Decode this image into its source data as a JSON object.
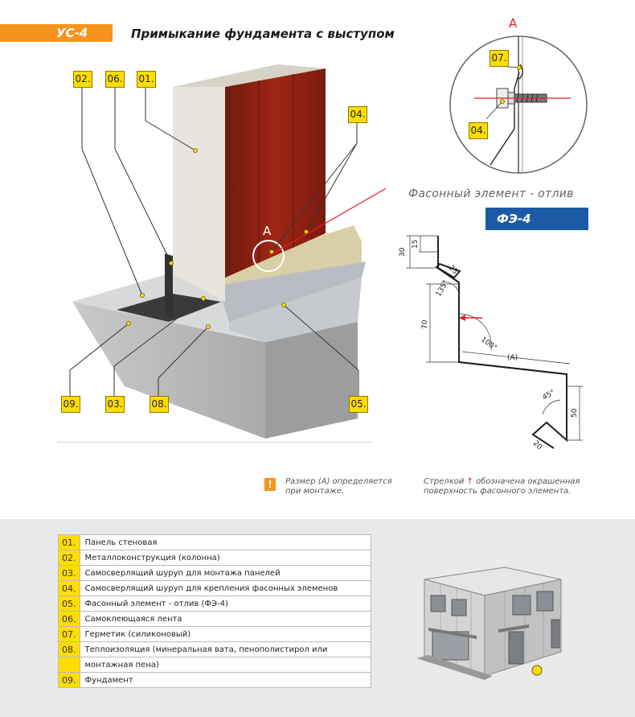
{
  "header": {
    "code": "УС-4",
    "title": "Примыкание фундамента с выступом"
  },
  "callouts": {
    "c01": "01.",
    "c02": "02.",
    "c03": "03.",
    "c04": "04.",
    "c05": "05.",
    "c06": "06.",
    "c07": "07.",
    "c08": "08.",
    "c09": "09."
  },
  "detail": {
    "label_a": "А",
    "label_a_main": "А"
  },
  "profile": {
    "title": "Фасонный элемент - отлив",
    "code": "ФЭ-4",
    "dims": {
      "d30": "30",
      "d15": "15",
      "d25": "25",
      "a135": "135°",
      "d70": "70",
      "a100": "100°",
      "da": "(А)",
      "a45": "45°",
      "d50": "50",
      "d20": "20"
    }
  },
  "notes": {
    "size_note_1": "Размер (А) определяется",
    "size_note_2": "при монтаже.",
    "arrow_note_1": "Стрелкой",
    "arrow_note_1b": "обозначена окрашенная",
    "arrow_note_2": "поверхность фасонного элемента.",
    "excl": "!"
  },
  "legend": [
    {
      "num": "01.",
      "text": "Панель стеновая"
    },
    {
      "num": "02.",
      "text": "Металлоконструкция (колонна)"
    },
    {
      "num": "03.",
      "text": "Самосверлящий шуруп для монтажа панелей"
    },
    {
      "num": "04.",
      "text": "Самосверлящий шуруп для крепления фасонных элеменов"
    },
    {
      "num": "05.",
      "text": "Фасонный элемент - отлив (ФЭ-4)"
    },
    {
      "num": "06.",
      "text": "Самоклеющаяся лента"
    },
    {
      "num": "07.",
      "text": "Герметик (силиконовый)"
    },
    {
      "num": "08.",
      "text": "Теплоизоляция (минеральная вата, пенополистирол или"
    },
    {
      "num": "",
      "text": "монтажная пена)"
    },
    {
      "num": "09.",
      "text": "Фундамент"
    }
  ],
  "colors": {
    "accent": "#f7941d",
    "blue": "#1b5ba6",
    "yellow": "#ffdd00",
    "panel_red": "#8b1e12",
    "red_line": "#e31e24"
  }
}
